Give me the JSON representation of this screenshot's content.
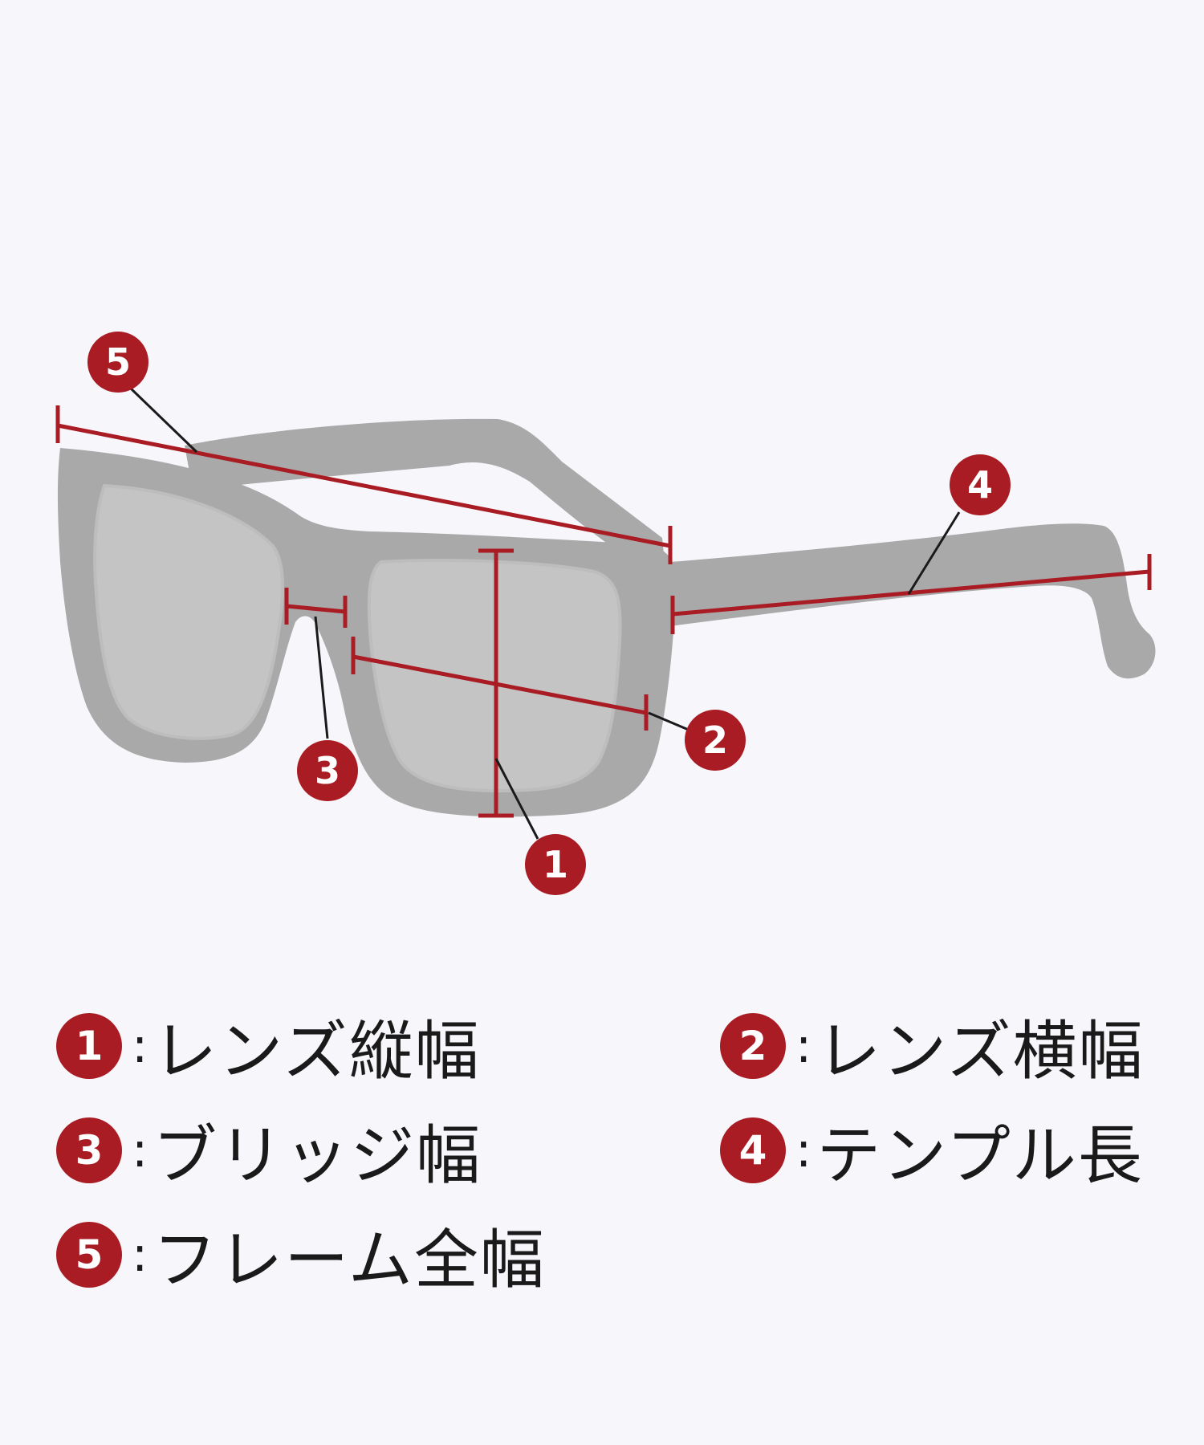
{
  "colors": {
    "accent": "#a91c24",
    "frame": "#a9a9aa",
    "frame_dark": "#8f8f90",
    "lens": "#c4c4c4",
    "background": "#f7f7fb"
  },
  "diagram": {
    "markers": [
      {
        "number": "1"
      },
      {
        "number": "2"
      },
      {
        "number": "3"
      },
      {
        "number": "4"
      },
      {
        "number": "5"
      }
    ]
  },
  "legend": [
    {
      "number": "1",
      "label": "レンズ縦幅"
    },
    {
      "number": "2",
      "label": "レンズ横幅"
    },
    {
      "number": "3",
      "label": "ブリッジ幅"
    },
    {
      "number": "4",
      "label": "テンプル長"
    },
    {
      "number": "5",
      "label": "フレーム全幅"
    }
  ]
}
